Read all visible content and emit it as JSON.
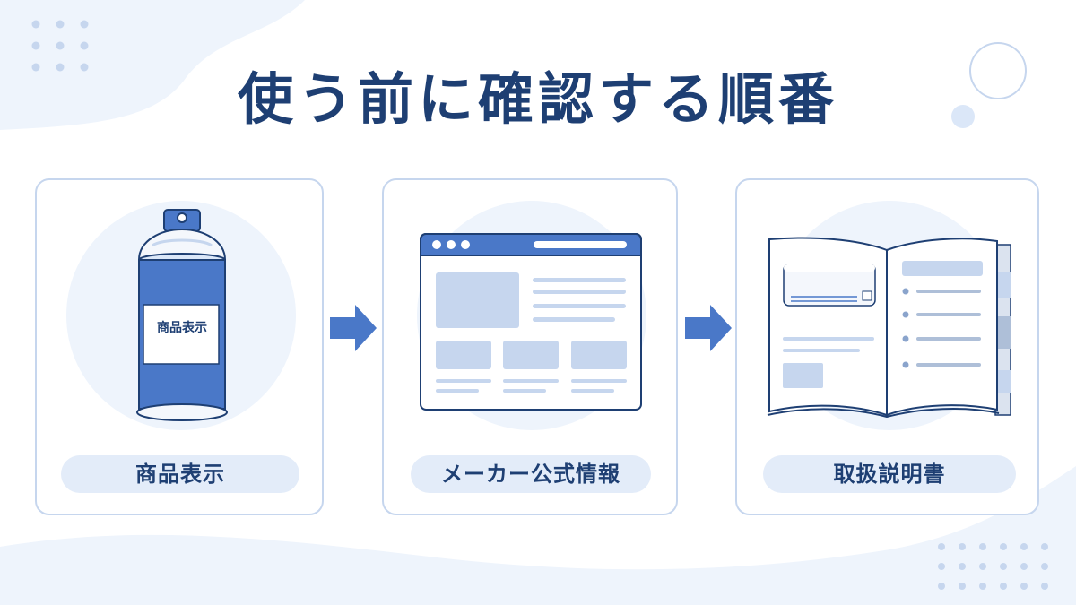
{
  "title": "使う前に確認する順番",
  "steps": [
    {
      "label": "商品表示",
      "icon": "spray-can-icon",
      "can_label": "商品表示"
    },
    {
      "label": "メーカー公式情報",
      "icon": "web-browser-icon"
    },
    {
      "label": "取扱説明書",
      "icon": "manual-book-icon"
    }
  ],
  "colors": {
    "title": "#1e3f73",
    "accent": "#4a78c8",
    "card_border": "#c6d6ee",
    "pill_bg": "#e3ecf9",
    "light_bg": "#eef4fc"
  }
}
